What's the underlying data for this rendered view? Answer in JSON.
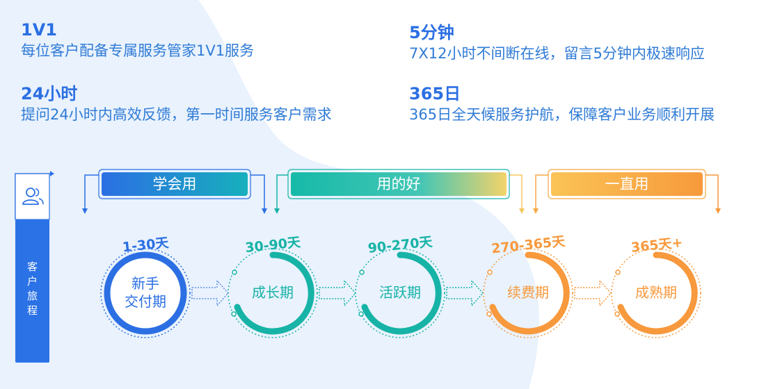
{
  "features": [
    {
      "num": "1V1",
      "desc": "每位客户配备专属服务管家1V1服务"
    },
    {
      "num": "5分钟",
      "desc": "7X12小时不间断在线，留言5分钟内极速响应"
    },
    {
      "num": "24小时",
      "desc": "提问24小时内高效反馈，第一时间服务客户需求"
    },
    {
      "num": "365日",
      "desc": "365日全天候服务护航，保障客户业务顺利开展"
    }
  ],
  "journey": {
    "label": [
      "客",
      "户",
      "旅",
      "程"
    ]
  },
  "phases": [
    "学会用",
    "用的好",
    "一直用"
  ],
  "stages": [
    {
      "days": "1-30天",
      "name_lines": [
        "新手",
        "交付期"
      ],
      "color": "#2b6fe3"
    },
    {
      "days": "30-90天",
      "name_lines": [
        "成长期"
      ],
      "color": "#16b3a6"
    },
    {
      "days": "90-270天",
      "name_lines": [
        "活跃期"
      ],
      "color": "#16b3a6"
    },
    {
      "days": "270-365天",
      "name_lines": [
        "续费期"
      ],
      "color": "#f7993c"
    },
    {
      "days": "365天+",
      "name_lines": [
        "成熟期"
      ],
      "color": "#f7993c"
    }
  ],
  "colors": {
    "blue": "#2b6fe3",
    "teal": "#16b3a6",
    "orange": "#f7993c",
    "bg": "#e9f2fd"
  }
}
